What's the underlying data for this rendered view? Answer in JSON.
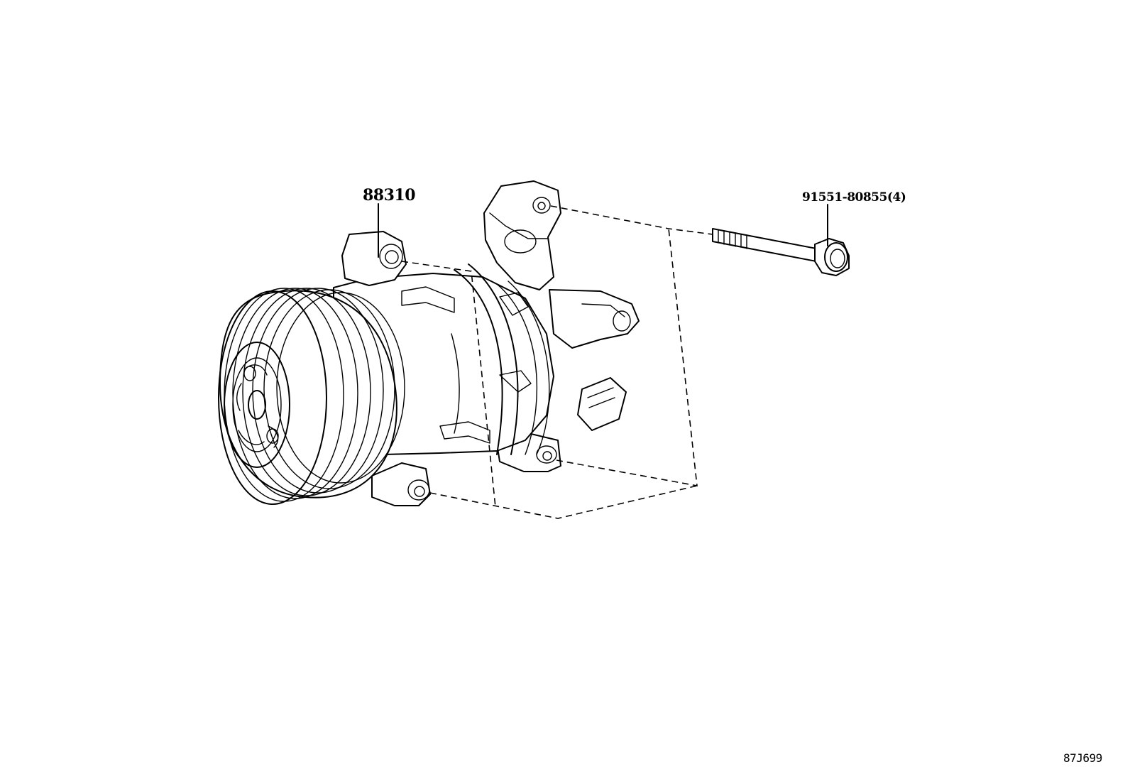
{
  "diagram": {
    "parts": [
      {
        "part_number": "88310",
        "description_visible": ""
      },
      {
        "part_number": "91551-80855(4)",
        "description_visible": ""
      }
    ],
    "figure_code": "87J699"
  }
}
